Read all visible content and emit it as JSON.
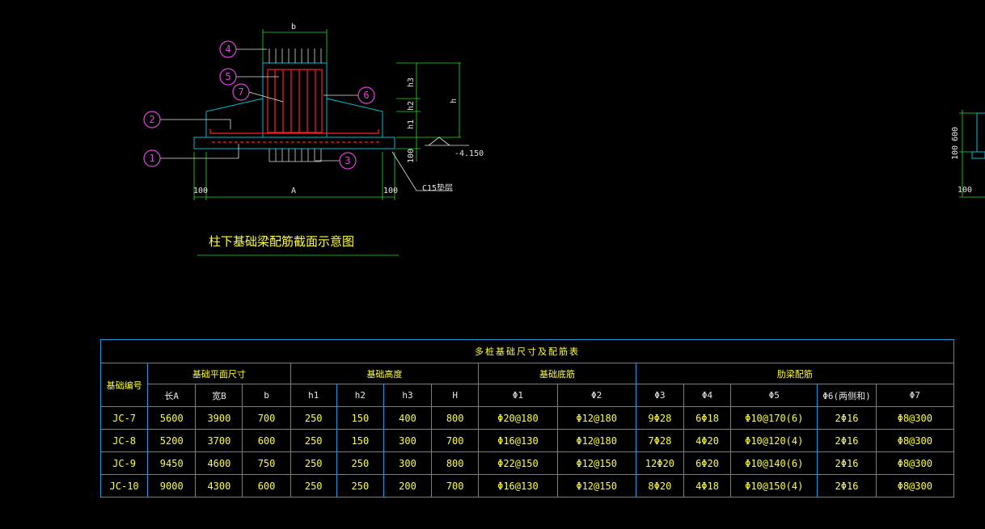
{
  "drawing": {
    "title": "柱下基础梁配筋截面示意图",
    "dims": {
      "b": "b",
      "A": "A",
      "h": "h",
      "h1": "h1",
      "h2": "h2",
      "h3": "h3",
      "left100": "100",
      "right100": "100",
      "bottom100": "100",
      "elevation": "-4.150",
      "pad": "C15垫层"
    },
    "callouts": [
      "1",
      "2",
      "3",
      "4",
      "5",
      "6",
      "7"
    ],
    "side_labels": [
      "600",
      "100",
      "100"
    ]
  },
  "table": {
    "caption": "多桩基础尺寸及配筋表",
    "group_headers": {
      "id": "基础编号",
      "plan": "基础平面尺寸",
      "height": "基础高度",
      "bottom": "基础底筋",
      "beam": "肋梁配筋"
    },
    "columns": [
      "长A",
      "宽B",
      "b",
      "h1",
      "h2",
      "h3",
      "H",
      "Φ1",
      "Φ2",
      "Φ3",
      "Φ4",
      "Φ5",
      "Φ6(两侧和)",
      "Φ7"
    ],
    "rows": [
      [
        "JC-7",
        "5600",
        "3900",
        "700",
        "250",
        "150",
        "400",
        "800",
        "Φ20@180",
        "Φ12@180",
        "9Φ28",
        "6Φ18",
        "Φ10@170(6)",
        "2Φ16",
        "Φ8@300"
      ],
      [
        "JC-8",
        "5200",
        "3700",
        "600",
        "250",
        "150",
        "300",
        "700",
        "Φ16@130",
        "Φ12@180",
        "7Φ28",
        "4Φ20",
        "Φ10@120(4)",
        "2Φ16",
        "Φ8@300"
      ],
      [
        "JC-9",
        "9450",
        "4600",
        "750",
        "250",
        "250",
        "300",
        "800",
        "Φ22@150",
        "Φ12@150",
        "12Φ20",
        "6Φ20",
        "Φ10@140(6)",
        "2Φ16",
        "Φ8@300"
      ],
      [
        "JC-10",
        "9000",
        "4300",
        "600",
        "250",
        "250",
        "200",
        "700",
        "Φ16@130",
        "Φ12@150",
        "8Φ20",
        "4Φ18",
        "Φ10@150(4)",
        "2Φ16",
        "Φ8@300"
      ]
    ]
  },
  "colors": {
    "background": "#000000",
    "concrete": "#00bcd4",
    "rebar": "#ff2020",
    "dimension": "#22e022",
    "callout": "#e040e0",
    "text": "#ffff33",
    "grid": "#1e9be0"
  }
}
